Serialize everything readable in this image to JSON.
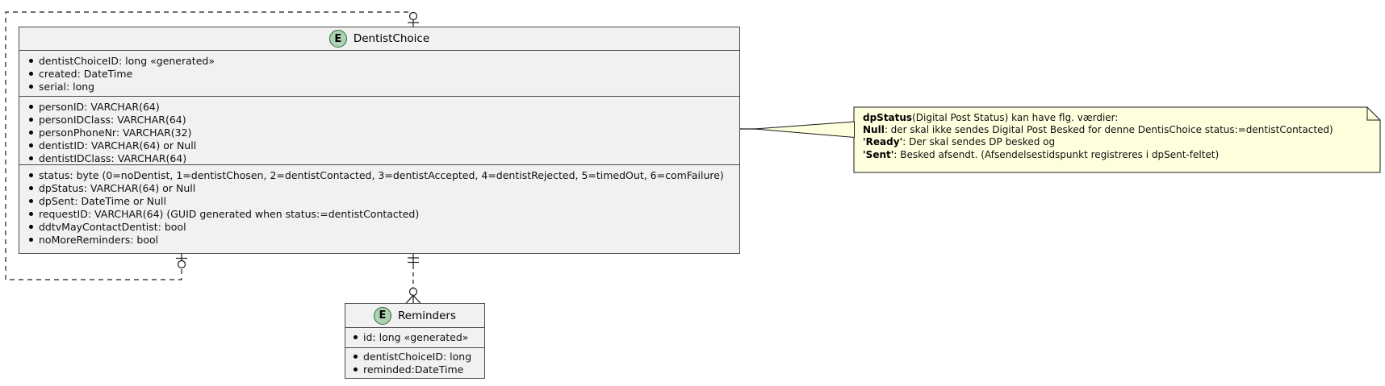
{
  "diagram_type": "uml-entity-diagram",
  "colors": {
    "entity_fill": "#F1F1F1",
    "entity_border": "#4a4a4a",
    "note_fill": "#FEFFDD",
    "note_border": "#181818",
    "entity_spot_fill": "#ADD1B2",
    "entity_spot_border": "#2d6b3d",
    "line_color": "#181818"
  },
  "entities": {
    "dentistChoice": {
      "spot_letter": "E",
      "title": "DentistChoice",
      "sections": [
        {
          "rows": [
            "dentistChoiceID: long «generated»",
            "created: DateTime",
            "serial: long"
          ]
        },
        {
          "rows": [
            "personID: VARCHAR(64)",
            "personIDClass: VARCHAR(64)",
            "personPhoneNr: VARCHAR(32)",
            "dentistID: VARCHAR(64) or Null",
            "dentistIDClass: VARCHAR(64)"
          ]
        },
        {
          "rows": [
            "status: byte (0=noDentist, 1=dentistChosen, 2=dentistContacted, 3=dentistAccepted, 4=dentistRejected, 5=timedOut, 6=comFailure)",
            "dpStatus: VARCHAR(64) or Null",
            "dpSent: DateTime or Null",
            "requestID: VARCHAR(64) (GUID generated when status:=dentistContacted)",
            "ddtvMayContactDentist: bool",
            "noMoreReminders: bool"
          ]
        }
      ]
    },
    "reminders": {
      "spot_letter": "E",
      "title": "Reminders",
      "sections": [
        {
          "rows": [
            "id: long «generated»"
          ]
        },
        {
          "rows": [
            "dentistChoiceID: long",
            "reminded:DateTime"
          ]
        }
      ]
    }
  },
  "note": {
    "lines": [
      {
        "b": "dpStatus",
        "t": "(Digital Post Status) kan have flg. værdier:"
      },
      {
        "b": "Null",
        "t": ": der skal ikke sendes Digital Post Besked for denne DentisChoice status:=dentistContacted)"
      },
      {
        "b": "'Ready'",
        "t": ": Der skal sendes DP besked og"
      },
      {
        "b": "'Sent'",
        "t": ": Besked afsendt. (Afsendelsestidspunkt registreres i dpSent-feltet)"
      }
    ]
  },
  "relations": [
    {
      "from": "DentistChoice",
      "to": "DentistChoice",
      "style": "dashed",
      "from_cardinality": "zero-or-one",
      "to_cardinality": "zero-or-one"
    },
    {
      "from": "DentistChoice",
      "to": "Reminders",
      "style": "dashed",
      "from_cardinality": "exactly-one",
      "to_cardinality": "zero-or-many"
    }
  ]
}
